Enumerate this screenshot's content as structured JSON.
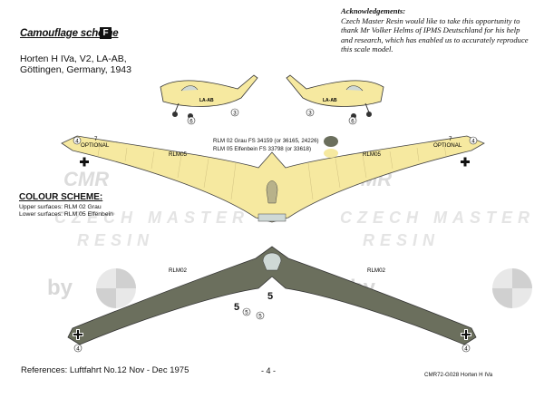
{
  "header": {
    "title": "Camouflage scheme",
    "sheet_letter": "F",
    "subject_lines": [
      "Horten H IVa, V2, LA-AB,",
      "Göttingen, Germany, 1943"
    ]
  },
  "acknowledgements": {
    "heading": "Acknowledgements:",
    "text": "Czech Master Resin would like to take this opportunity to thank Mr Volker Helms of IPMS Deutschland for his help and research, which has enabled us to accurately reproduce this scale model."
  },
  "watermark": {
    "logo": "CMR",
    "name": "CZECH MASTER",
    "sub": "RESIN",
    "by": "by"
  },
  "legend": [
    {
      "text": "RLM 02 Grau FS 34159 (or 36165, 24226)",
      "color": "#6b6f5d"
    },
    {
      "text": "RLM 05 Elfenbein FS 33798 (or 33618)",
      "color": "#f6e9a0"
    }
  ],
  "colour_scheme": {
    "title": "COLOUR SCHEME:",
    "rows": [
      {
        "label": "Upper surfaces:",
        "value": "RLM 02 Grau"
      },
      {
        "label": "Lower surfaces:",
        "value": "RLM 05 Elfenbein"
      }
    ]
  },
  "labels": {
    "rlm05": "RLM05",
    "rlm02": "RLM02",
    "optional": "OPTIONAL",
    "seven": "7",
    "reg_code": "LA-AB",
    "callouts": {
      "c3": "3",
      "c4": "4",
      "c5": "5",
      "c6": "6"
    }
  },
  "footer": {
    "references": "References: Luftfahrt No.12 Nov - Dec 1975",
    "page": "- 4 -",
    "product_code": "CMR72-G028 Horten H IVa"
  },
  "colors": {
    "upper": "#6b6f5d",
    "lower": "#f6e9a0",
    "canopy": "#cfd9d6"
  }
}
